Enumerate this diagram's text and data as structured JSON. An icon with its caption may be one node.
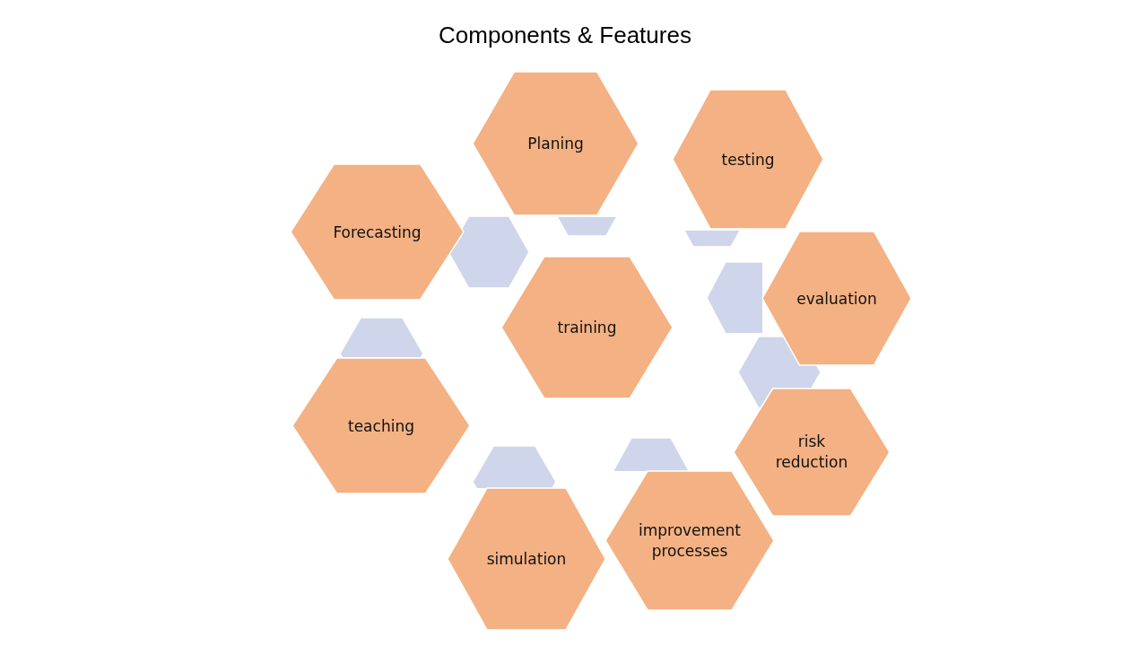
{
  "diagram": {
    "title": "Components & Features",
    "nodes": [
      {
        "text": [
          "Planing"
        ]
      },
      {
        "text": [
          "testing"
        ]
      },
      {
        "text": [
          "Forecasting"
        ]
      },
      {
        "text": [
          "evaluation"
        ]
      },
      {
        "text": [
          "training"
        ]
      },
      {
        "text": [
          "teaching"
        ]
      },
      {
        "text": [
          "risk reduction"
        ]
      },
      {
        "text": [
          "improvement processes"
        ]
      },
      {
        "text": [
          "simulation"
        ]
      },
      {
        "text": [],
        "shape": "hexagon"
      },
      {
        "text": [],
        "shape": "hexagon"
      },
      {
        "text": [],
        "shape": "hexagon"
      },
      {
        "text": [],
        "shape": "hexagon"
      },
      {
        "text": [],
        "shape": "hexagon"
      },
      {
        "text": [],
        "shape": "hexagon"
      },
      {
        "text": [],
        "shape": "hexagon"
      },
      {
        "text": [],
        "shape": "hexagon"
      }
    ],
    "edges": []
  }
}
